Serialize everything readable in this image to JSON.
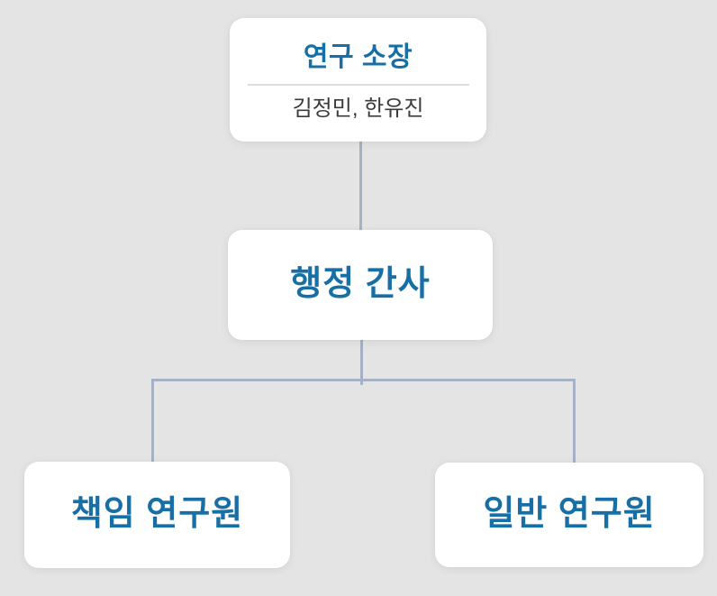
{
  "page": {
    "background_color": "#e4e4e4"
  },
  "colors": {
    "accent_blue": "#186fa5",
    "connector": "#a6b1c4",
    "node_background": "#ffffff",
    "divider": "#dcdcdc",
    "member_text": "#3b3b3b"
  },
  "org_chart": {
    "root": {
      "title": "연구 소장",
      "members": "김정민, 한유진"
    },
    "level2": {
      "title": "행정 간사"
    },
    "level3": [
      {
        "title": "책임 연구원"
      },
      {
        "title": "일반 연구원"
      }
    ]
  }
}
